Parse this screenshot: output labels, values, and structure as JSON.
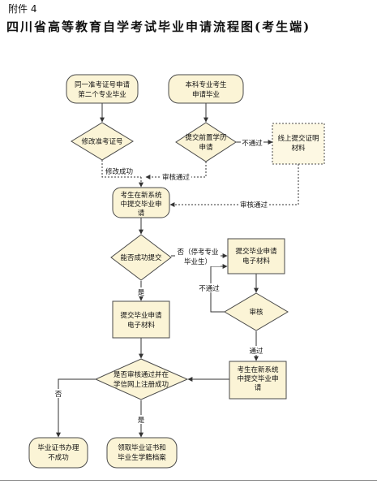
{
  "header": {
    "attachment": "附件 4",
    "title": "四川省高等教育自学考试毕业申请流程图(考生端)"
  },
  "nodes": {
    "start_left": [
      "同一准考证号申请",
      "第二个专业毕业"
    ],
    "start_right": [
      "本科专业考生",
      "申请毕业"
    ],
    "d_modify": [
      "修改准考证号"
    ],
    "d_submit_prev": [
      "提交前置学历",
      "申请"
    ],
    "online_submit": [
      "线上提交证明",
      "材料"
    ],
    "new_system_1": [
      "考生在新系统",
      "中提交毕业申",
      "请"
    ],
    "d_success": [
      "能否成功提交"
    ],
    "submit_app": [
      "提交毕业申请",
      "电子材料"
    ],
    "submit_left": [
      "提交毕业申请",
      "电子材料"
    ],
    "d_review": [
      "审核"
    ],
    "new_system_2": [
      "考生在新系统",
      "中提交毕业申",
      "请"
    ],
    "d_final": [
      "是否审核通过并在",
      "学信网上注册成功"
    ],
    "end_fail": [
      "毕业证书办理",
      "不成功"
    ],
    "end_ok": [
      "领取毕业证书和",
      "毕业生学籍档案"
    ]
  },
  "edge_labels": {
    "not_pass_1": "不通过",
    "modify_success": "修改成功",
    "review_pass_1": "审核通过",
    "review_pass_2": "审核通过",
    "no_sub": [
      "否（停考专业",
      "毕业生）"
    ],
    "not_pass_2": "不通过",
    "yes_1": "是",
    "pass": "通过",
    "no_2": "否",
    "yes_2": "是"
  },
  "colors": {
    "box_fill": "#fbf4d6",
    "box_stroke": "#4a4a4a",
    "dashed_fill": "#fdf8e3"
  }
}
